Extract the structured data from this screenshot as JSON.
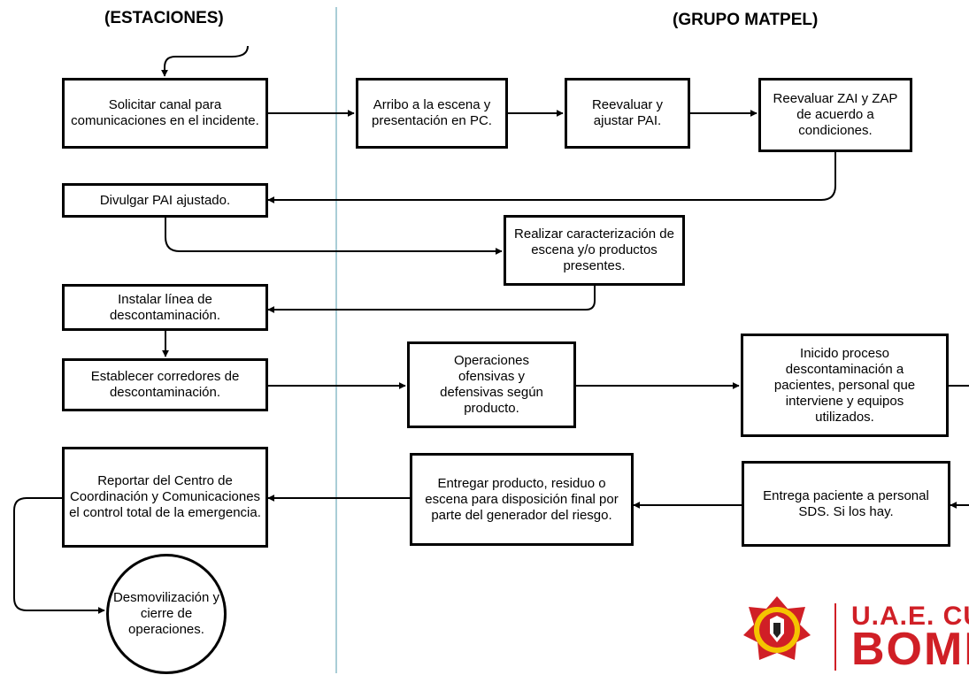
{
  "lanes": {
    "left_title": "(ESTACIONES)",
    "right_title": "(GRUPO MATPEL)"
  },
  "nodes": {
    "solicitar": "Solicitar canal para comunicaciones en el incidente.",
    "arribo": "Arribo a la escena y presentación en PC.",
    "reevaluar_pai": "Reevaluar y ajustar PAI.",
    "reevaluar_zai": "Reevaluar ZAI y ZAP de acuerdo a condiciones.",
    "divulgar": "Divulgar PAI ajustado.",
    "caracterizacion": "Realizar caracterización de escena y/o productos presentes.",
    "instalar": "Instalar línea de descontaminación.",
    "establecer": "Establecer corredores de descontaminación.",
    "operaciones": "Operaciones ofensivas y defensivas según producto.",
    "inicido": "Inicido proceso descontaminación a pacientes, personal que interviene y equipos utilizados.",
    "reportar": "Reportar del Centro de Coordinación y Comunicaciones el control total de la emergencia.",
    "entregar_producto": "Entregar producto, residuo o escena para disposición final por parte del generador del riesgo.",
    "entrega_paciente": "Entrega paciente a personal SDS. Si los hay.",
    "desmovilizacion": "Desmovilización y cierre de operaciones."
  },
  "logo": {
    "line1": "U.A.E. CUE",
    "line2": "BOME",
    "brand_color": "#d01f26"
  }
}
